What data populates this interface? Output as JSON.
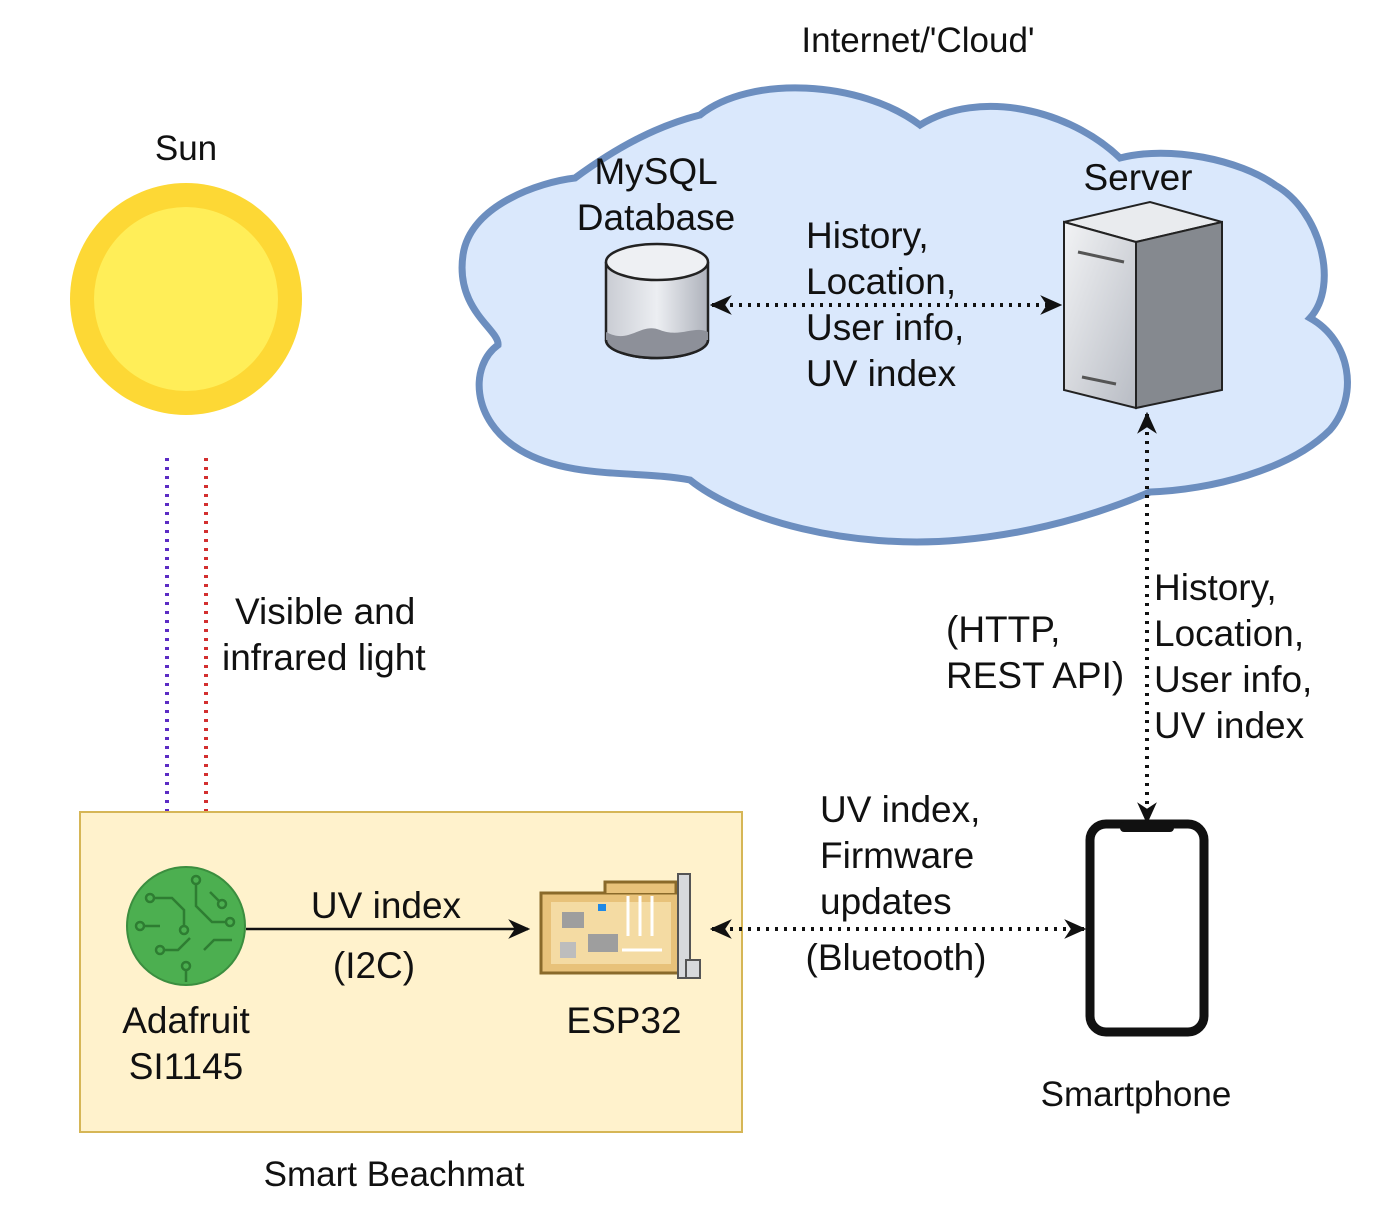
{
  "colors": {
    "cloud_fill": "#dae8fc",
    "cloud_stroke": "#6c8ebf",
    "beachmat_fill": "#fff2cc",
    "beachmat_stroke": "#d6b656",
    "sun_outer": "#fdd835",
    "sun_inner": "#ffee58",
    "visible_light_arrow": "#5b2bc4",
    "infrared_light_arrow": "#d32f2f",
    "chip_green": "#4caf50"
  },
  "icons": {
    "sun": "sun-icon",
    "database": "database-cylinder-icon",
    "server": "server-tower-icon",
    "sensor": "circuit-chip-icon",
    "esp32": "circuit-board-icon",
    "smartphone": "smartphone-icon"
  },
  "labels": {
    "cloud_title": "Internet/'Cloud'",
    "sun": "Sun",
    "database": [
      "MySQL",
      "Database"
    ],
    "server": "Server",
    "db_server_link": [
      "History,",
      "Location,",
      "User info,",
      "UV index"
    ],
    "light": [
      "Visible and",
      "infrared light"
    ],
    "protocol_http": [
      "(HTTP,",
      "REST API)"
    ],
    "server_phone_link": [
      "History,",
      "Location,",
      "User info,",
      "UV index"
    ],
    "sensor_esp_link": "UV index",
    "sensor_esp_protocol": "(I2C)",
    "esp_phone_link": [
      "UV index,",
      "Firmware",
      "updates"
    ],
    "esp_phone_protocol": "(Bluetooth)",
    "sensor": [
      "Adafruit",
      "SI1145"
    ],
    "esp32": "ESP32",
    "smartphone": "Smartphone",
    "beachmat": "Smart Beachmat"
  }
}
